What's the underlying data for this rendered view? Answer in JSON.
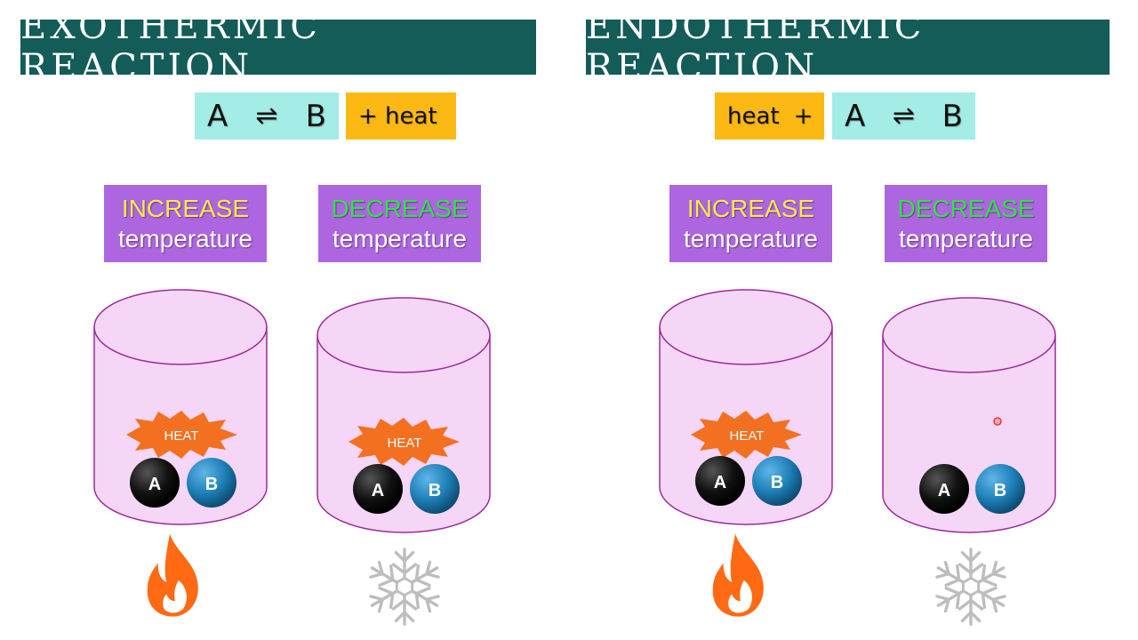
{
  "left": {
    "title": "Exothermic Reaction",
    "equation": {
      "a": "A",
      "arrow": "⇌",
      "b": "B",
      "heat_term": "+ heat"
    },
    "conditions": [
      {
        "word": "INCREASE",
        "word_color": "#ffe94a",
        "label": "temperature"
      },
      {
        "word": "DECREASE",
        "word_color": "#33e04b",
        "label": "temperature"
      }
    ]
  },
  "right": {
    "title": "Endothermic Reaction",
    "equation": {
      "heat_term_1": "heat",
      "heat_term_2": "+",
      "a": "A",
      "arrow": "⇌",
      "b": "B"
    },
    "conditions": [
      {
        "word": "INCREASE",
        "word_color": "#ffe94a",
        "label": "temperature"
      },
      {
        "word": "DECREASE",
        "word_color": "#33e04b",
        "label": "temperature"
      }
    ]
  },
  "containers": [
    {
      "heat_label": "HEAT",
      "molecule_a": "A",
      "molecule_b": "B",
      "source_icon": "flame-icon"
    },
    {
      "heat_label": "HEAT",
      "molecule_a": "A",
      "molecule_b": "B",
      "source_icon": "snowflake-icon"
    },
    {
      "heat_label": "HEAT",
      "molecule_a": "A",
      "molecule_b": "B",
      "source_icon": "flame-icon"
    },
    {
      "heat_label": "",
      "molecule_a": "A",
      "molecule_b": "B",
      "source_icon": "snowflake-icon"
    }
  ],
  "colors": {
    "banner": "#135c58",
    "equation_ab": "#a4ece6",
    "equation_heat": "#fdb913",
    "condition_box": "#ad65e0",
    "container_fill": "#f6d6f6",
    "container_stroke": "#9b2a9b",
    "heat_burst": "#f37021",
    "flame": "#ff6a13",
    "molecule_a": "#111111",
    "molecule_b": "#1e7fb8",
    "snowflake": "#cfcfcf"
  }
}
